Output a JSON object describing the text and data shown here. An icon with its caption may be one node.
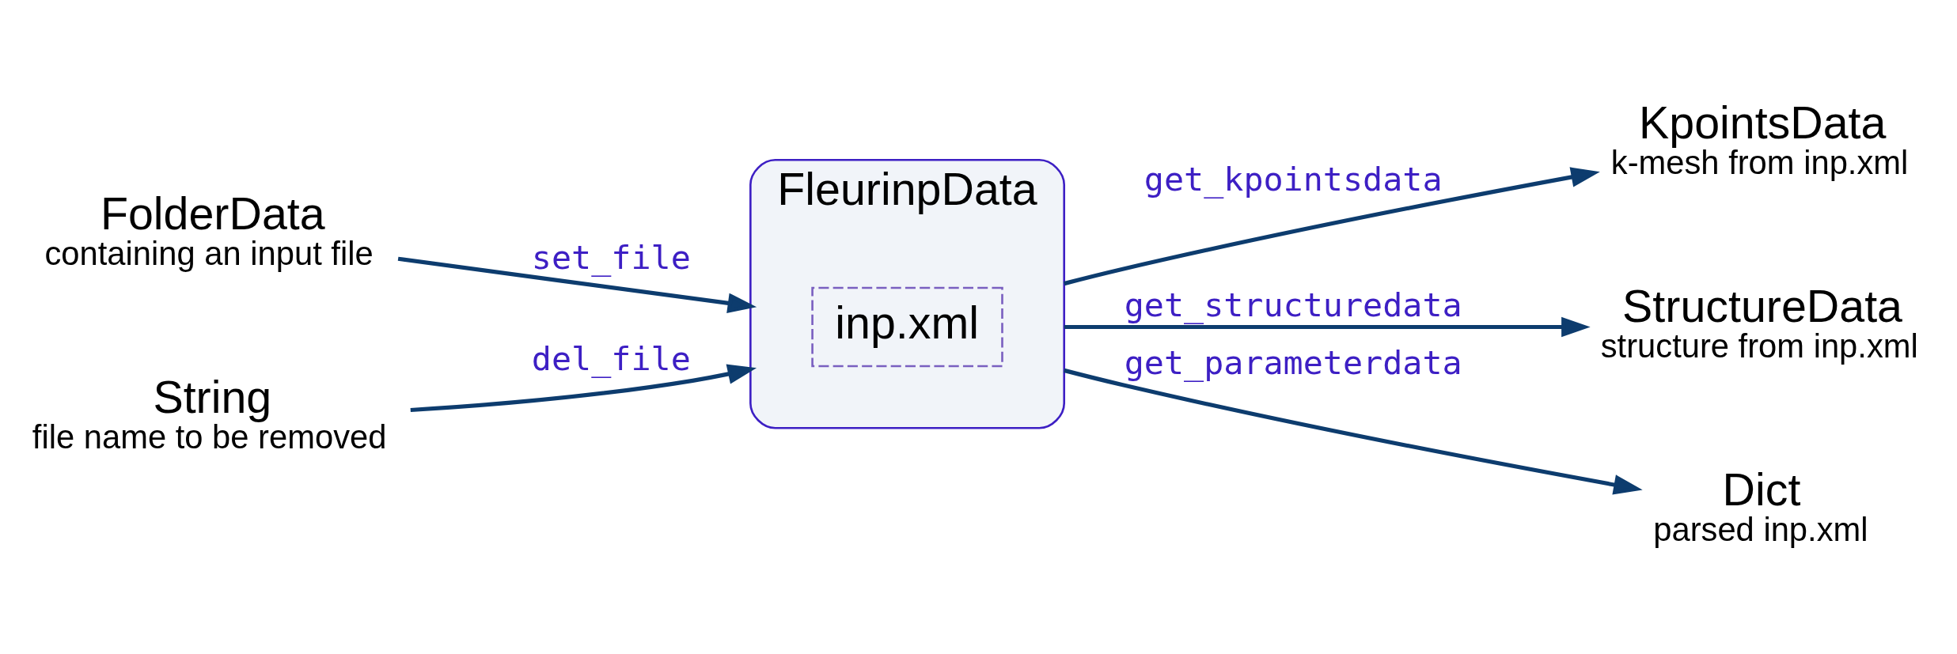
{
  "diagram": {
    "nodes": [
      {
        "text": [
          "FolderData",
          "containing an input file"
        ]
      },
      {
        "text": [
          "String",
          "file name to be removed"
        ]
      },
      {
        "text": [
          "FleurinpData"
        ]
      },
      {
        "text": [
          "inp.xml"
        ],
        "in": 2
      },
      {
        "text": [
          "KpointsData",
          "k-mesh from inp.xml"
        ]
      },
      {
        "text": [
          "StructureData",
          "structure from inp.xml"
        ]
      },
      {
        "text": [
          "Dict",
          "parsed inp.xml"
        ]
      }
    ],
    "edges": [
      {
        "from": 0,
        "to": 2,
        "arrow": "to",
        "label": "set_file"
      },
      {
        "from": 1,
        "to": 2,
        "arrow": "to",
        "label": "del_file"
      },
      {
        "from": 2,
        "to": 4,
        "arrow": "to",
        "label": "get_kpointsdata"
      },
      {
        "from": 2,
        "to": 5,
        "arrow": "to",
        "label": "get_structuredata"
      },
      {
        "from": 2,
        "to": 6,
        "arrow": "to",
        "label": "get_parameterdata"
      }
    ]
  }
}
